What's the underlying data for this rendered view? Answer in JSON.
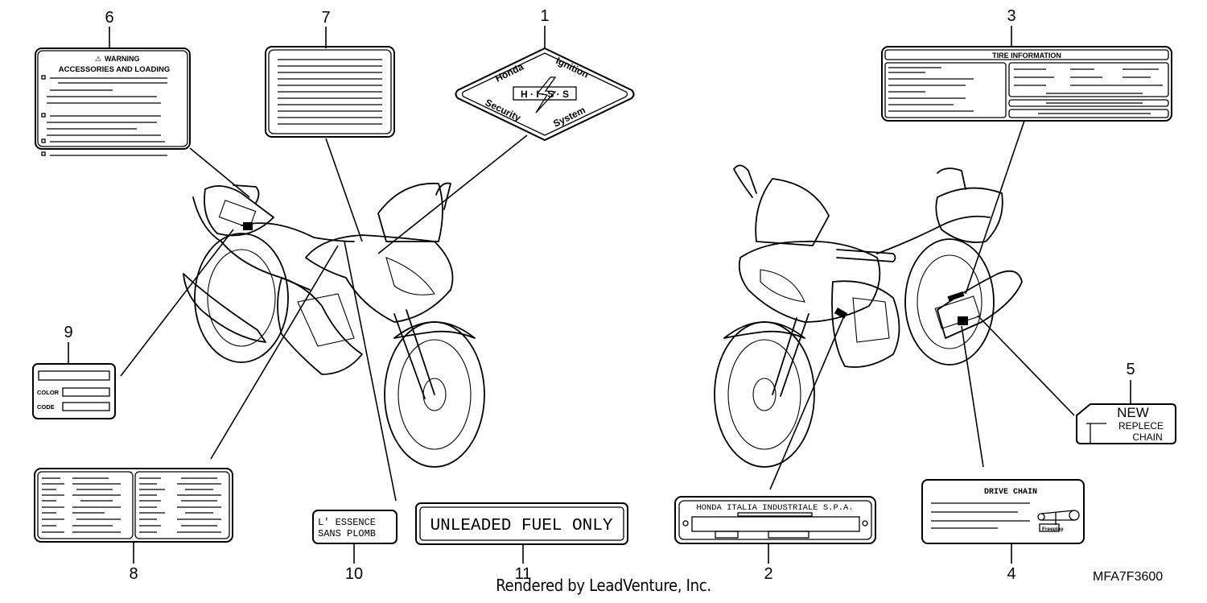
{
  "callouts": [
    "1",
    "2",
    "3",
    "4",
    "5",
    "6",
    "7",
    "8",
    "9",
    "10",
    "11"
  ],
  "labels": {
    "warning_title": "WARNING",
    "warning_subtitle": "ACCESSORIES AND LOADING",
    "hiss_top_left": "Honda",
    "hiss_top_right": "Ignition",
    "hiss_bottom_left": "Security",
    "hiss_bottom_right": "System",
    "hiss_center": "H · I · S · S",
    "tire_info": "TIRE INFORMATION",
    "color_label": "COLOR",
    "code_label": "CODE",
    "essence_line1": "L' ESSENCE",
    "essence_line2": "SANS PLOMB",
    "unleaded": "UNLEADED FUEL ONLY",
    "honda_italia": "HONDA ITALIA INDUSTRIALE S.P.A.",
    "drive_chain": "DRIVE CHAIN",
    "freeplay": "Freeplay",
    "new_line1": "NEW",
    "new_line2": "REPLECE",
    "new_line3": "CHAIN"
  },
  "footer": {
    "credit": "Rendered by LeadVenture, Inc.",
    "diagram_code": "MFA7F3600"
  }
}
